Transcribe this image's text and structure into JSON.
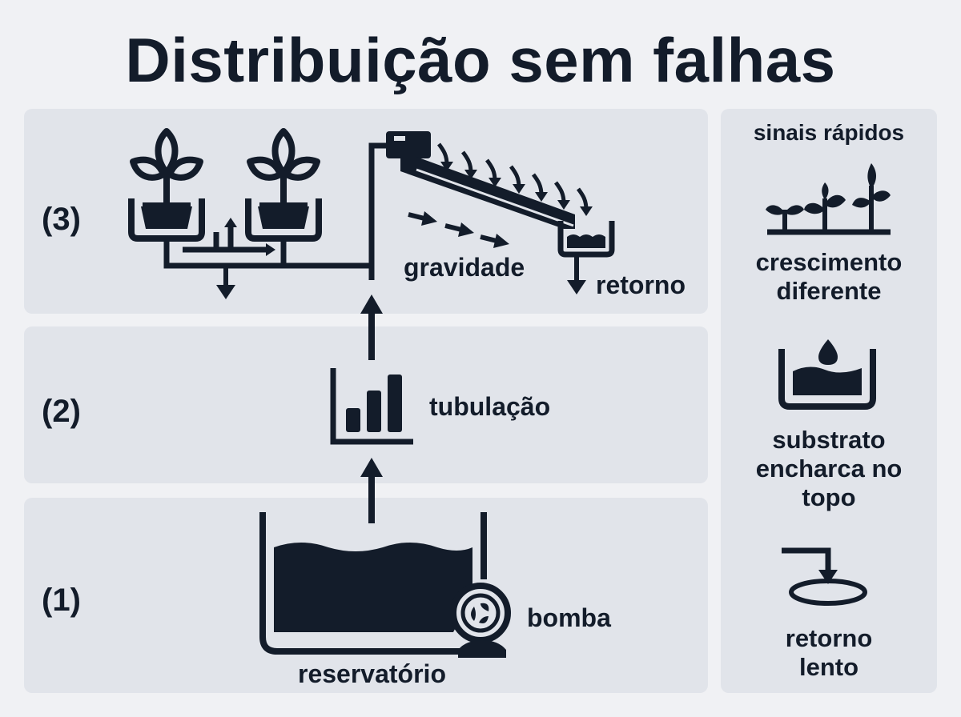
{
  "title": "Distribuição sem falhas",
  "stages": [
    {
      "number": "(3)",
      "labels": {
        "gravity": "gravidade",
        "return": "retorno"
      }
    },
    {
      "number": "(2)",
      "labels": {
        "pipe": "tubulação"
      }
    },
    {
      "number": "(1)",
      "labels": {
        "pump": "bomba",
        "reservoir": "reservatório"
      }
    }
  ],
  "sidebar": {
    "title": "sinais rápidos",
    "signals": [
      {
        "line1": "crescimento",
        "line2": "diferente",
        "icon": "seedlings-icon"
      },
      {
        "line1": "substrato",
        "line2": "encharca no",
        "line3": "topo",
        "icon": "soaked-substrate-icon"
      },
      {
        "line1": "retorno",
        "line2": "lento",
        "icon": "slow-return-icon"
      }
    ]
  },
  "colors": {
    "ink": "#131c2a",
    "panel": "#e1e4ea",
    "background": "#f0f1f4"
  }
}
